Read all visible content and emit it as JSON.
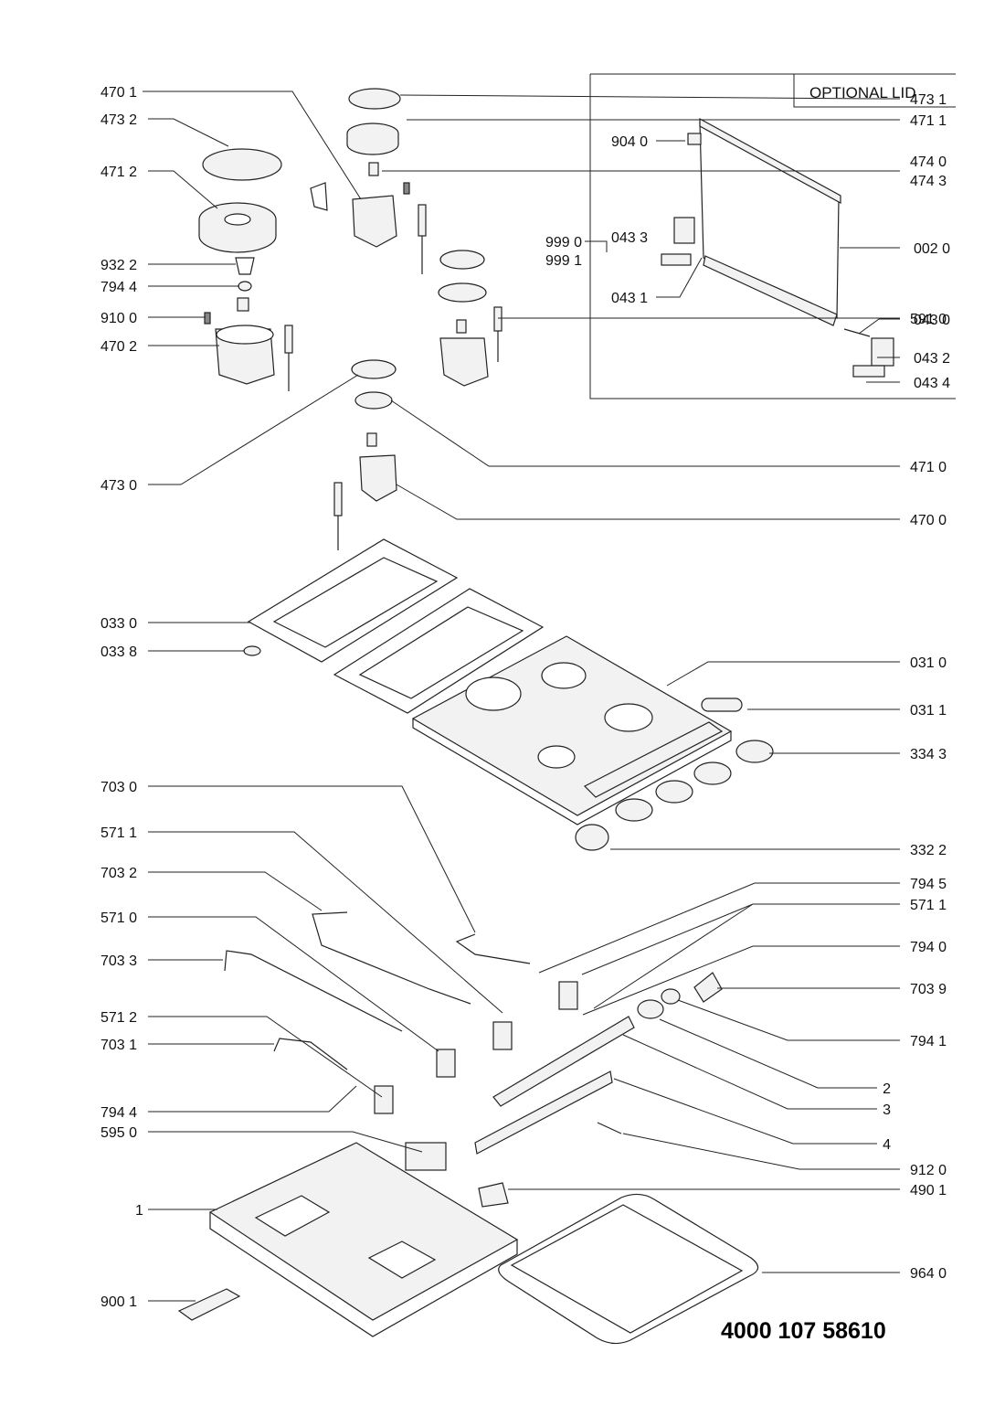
{
  "document_number": "4000 107 58610",
  "optional_lid": {
    "title": "OPTIONAL LID"
  },
  "callouts": {
    "470_1": "470 1",
    "473_2": "473 2",
    "471_2": "471 2",
    "932_2": "932 2",
    "794_4_top": "794 4",
    "910_0": "910 0",
    "470_2": "470 2",
    "473_0": "473 0",
    "033_0": "033 0",
    "033_8": "033 8",
    "703_0": "703 0",
    "571_1_left": "571 1",
    "703_2": "703 2",
    "571_0": "571 0",
    "703_3": "703 3",
    "571_2": "571 2",
    "703_1": "703 1",
    "794_4_bottom": "794 4",
    "595_0": "595 0",
    "1": "1",
    "900_1": "900 1",
    "473_1": "473 1",
    "471_1": "471 1",
    "474_0": "474 0",
    "474_3": "474 3",
    "591_0": "591 0",
    "471_0": "471 0",
    "470_0": "470 0",
    "031_0": "031 0",
    "031_1": "031 1",
    "334_3": "334 3",
    "332_2": "332 2",
    "794_5": "794 5",
    "571_1_right": "571 1",
    "794_0": "794 0",
    "703_9": "703 9",
    "794_1": "794 1",
    "2": "2",
    "3": "3",
    "4": "4",
    "912_0": "912 0",
    "490_1": "490 1",
    "964_0": "964 0",
    "904_0": "904 0",
    "999_0": "999 0",
    "999_1": "999 1",
    "043_3": "043 3",
    "043_1": "043 1",
    "002_0": "002 0",
    "043_0": "043 0",
    "043_2": "043 2",
    "043_4": "043 4"
  }
}
